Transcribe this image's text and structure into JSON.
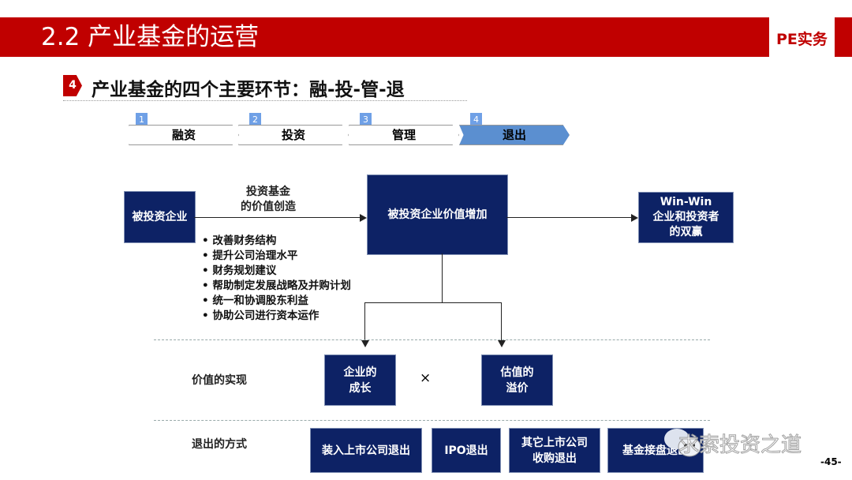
{
  "header": {
    "title": "2.2 产业基金的运营",
    "brand": "PE实务"
  },
  "section": {
    "badge": "4",
    "title": "产业基金的四个主要环节：融-投-管-退"
  },
  "steps": [
    {
      "num": "1",
      "label": "融资"
    },
    {
      "num": "2",
      "label": "投资"
    },
    {
      "num": "3",
      "label": "管理"
    },
    {
      "num": "4",
      "label": "退出"
    }
  ],
  "diagram": {
    "source": "被投资企业",
    "arrow_label_1": "投资基金",
    "arrow_label_2": "的价值创造",
    "center": "被投资企业价值增加",
    "result_1": "Win-Win",
    "result_2": "企业和投资者",
    "result_3": "的双赢",
    "bullets": [
      "• 改善财务结构",
      "• 提升公司治理水平",
      "• 财务规划建议",
      "• 帮助制定发展战略及并购计划",
      "• 统一和协调股东利益",
      "• 协助公司进行资本运作"
    ],
    "realization_label": "价值的实现",
    "growth_1": "企业的",
    "growth_2": "成长",
    "times": "×",
    "premium_1": "估值的",
    "premium_2": "溢价",
    "exit_label": "退出的方式",
    "exits": [
      "装入上市公司退出",
      "IPO退出",
      "其它上市公司",
      "收购退出",
      "基金接盘退出"
    ]
  },
  "watermark": "求索投资之道",
  "page_number": "-45-"
}
